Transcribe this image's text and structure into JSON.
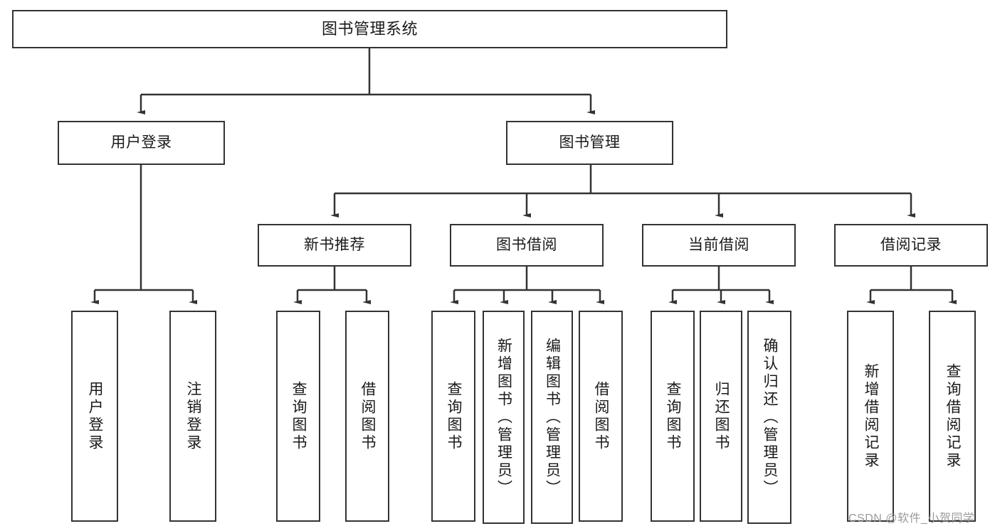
{
  "diagram": {
    "type": "tree-hierarchy",
    "title": "图书管理系统",
    "watermark": "CSDN @软件_小贺同学",
    "colors": {
      "box_border": "#333333",
      "box_fill": "#ffffff",
      "edge": "#333333",
      "text": "#1a1a1a",
      "watermark": "#9a9a9a"
    },
    "levels": {
      "root": {
        "label": "图书管理系统"
      },
      "level2": [
        {
          "label": "用户登录"
        },
        {
          "label": "图书管理"
        }
      ],
      "level3": [
        {
          "label": "新书推荐"
        },
        {
          "label": "图书借阅"
        },
        {
          "label": "当前借阅"
        },
        {
          "label": "借阅记录"
        }
      ],
      "leaves": {
        "user_login": [
          {
            "label": "用户登录"
          },
          {
            "label": "注销登录"
          }
        ],
        "new_book_recommend": [
          {
            "label": "查询图书"
          },
          {
            "label": "借阅图书"
          }
        ],
        "book_borrow": [
          {
            "label": "查询图书"
          },
          {
            "label": "新增图书（管理员）"
          },
          {
            "label": "编辑图书（管理员）"
          },
          {
            "label": "借阅图书"
          }
        ],
        "current_borrow": [
          {
            "label": "查询图书"
          },
          {
            "label": "归还图书"
          },
          {
            "label": "确认归还（管理员）"
          }
        ],
        "borrow_record": [
          {
            "label": "新增借阅记录"
          },
          {
            "label": "查询借阅记录"
          }
        ]
      }
    }
  }
}
